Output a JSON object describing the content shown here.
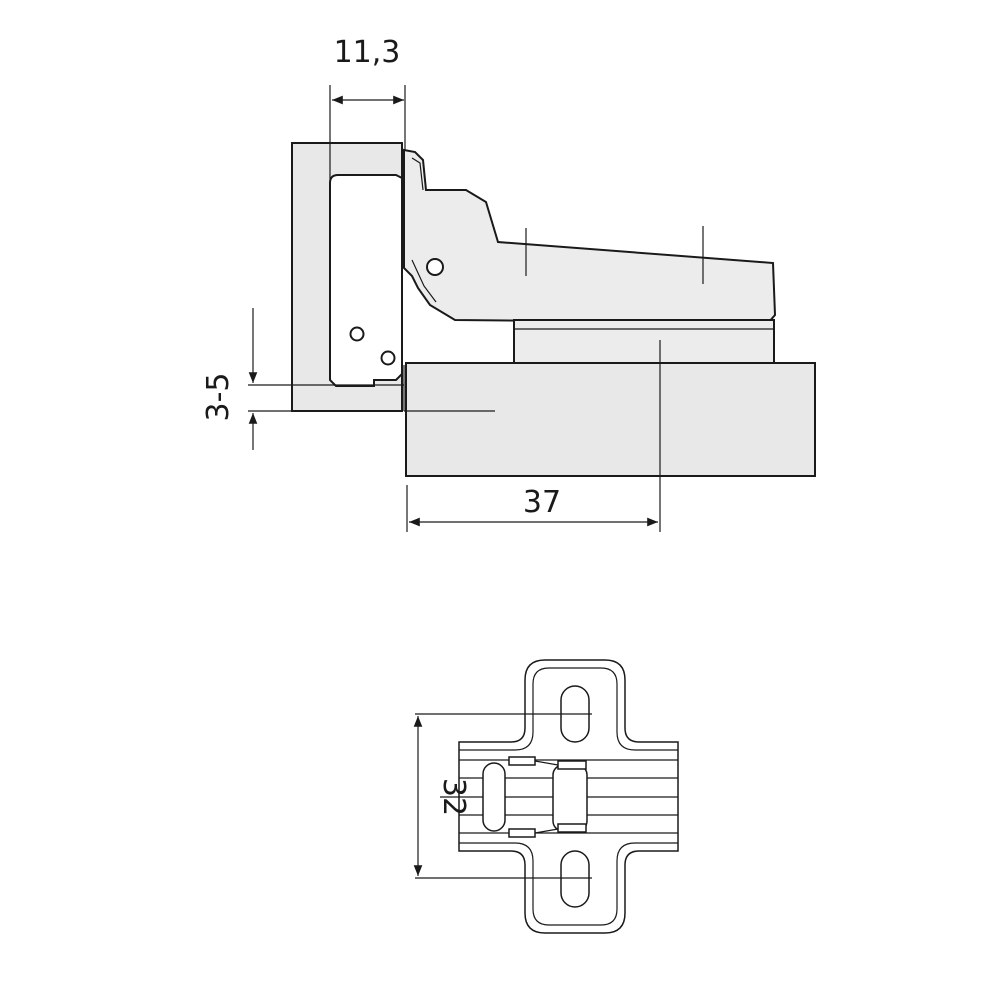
{
  "side_view": {
    "dim_overlay": "11,3",
    "dim_gap": "3-5",
    "dim_bore_distance": "37"
  },
  "plate_view": {
    "dim_hole_spacing": "32"
  },
  "colors": {
    "line": "#1a1a1a",
    "panel_fill": "#e8e8e8",
    "background": "#ffffff"
  }
}
